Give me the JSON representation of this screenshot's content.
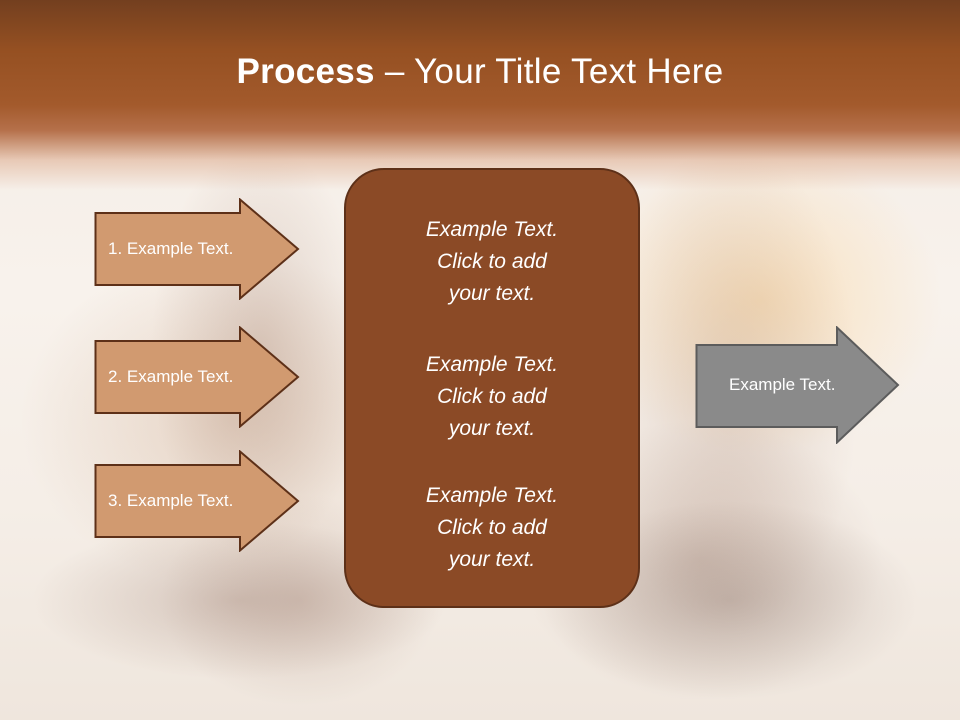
{
  "slide": {
    "title_bold": "Process",
    "title_rest": " – Your Title Text Here"
  },
  "left_arrows": [
    {
      "label": "1. Example Text."
    },
    {
      "label": "2. Example Text."
    },
    {
      "label": "3. Example Text."
    }
  ],
  "center_box": {
    "blocks": [
      {
        "lines": [
          "Example Text.",
          "Click  to add",
          "your text."
        ]
      },
      {
        "lines": [
          "Example Text.",
          "Click  to add",
          "your text."
        ]
      },
      {
        "lines": [
          "Example Text.",
          "Click  to add",
          "your text."
        ]
      }
    ]
  },
  "right_arrow": {
    "label": "Example Text."
  },
  "colors": {
    "header": "#955022",
    "left_arrow_fill": "#d19a70",
    "center_box_fill": "#8b4a26",
    "right_arrow_fill": "#8a8a8a"
  }
}
